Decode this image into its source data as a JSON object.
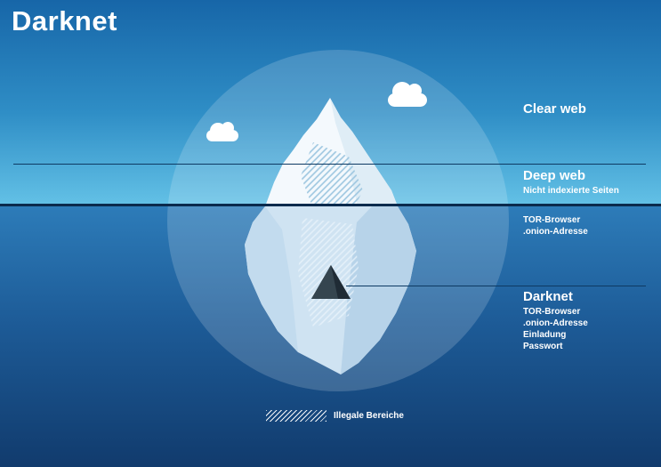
{
  "title": "Darknet",
  "sections": {
    "clear_web": {
      "label": "Clear web"
    },
    "deep_web": {
      "label": "Deep web",
      "subtitle": "Nicht indexierte Seiten",
      "items": [
        "TOR-Browser",
        ".onion-Adresse"
      ]
    },
    "darknet": {
      "label": "Darknet",
      "items": [
        "TOR-Browser",
        ".onion-Adresse",
        "Einladung",
        "Passwort"
      ]
    }
  },
  "legend": {
    "label": "Illegale Bereiche"
  },
  "icons": {
    "iceberg": "iceberg-illustration",
    "cloud_left": "cloud-icon",
    "cloud_right": "cloud-icon",
    "cave": "dark-cave-icon",
    "hatch": "diagonal-hatch-swatch"
  },
  "colors": {
    "sky_top": "#1766a8",
    "sky_bottom": "#63c1e6",
    "sea_top": "#2d7cb9",
    "sea_bottom": "#113b6d",
    "waterline": "#0b2b4d",
    "divider": "#0e3a63",
    "iceberg_above": "#f4f9fd",
    "iceberg_below": "#cfe3f2",
    "hatch_above": "#9cc6e0",
    "cave": "#1f2b35",
    "text": "#ffffff"
  }
}
